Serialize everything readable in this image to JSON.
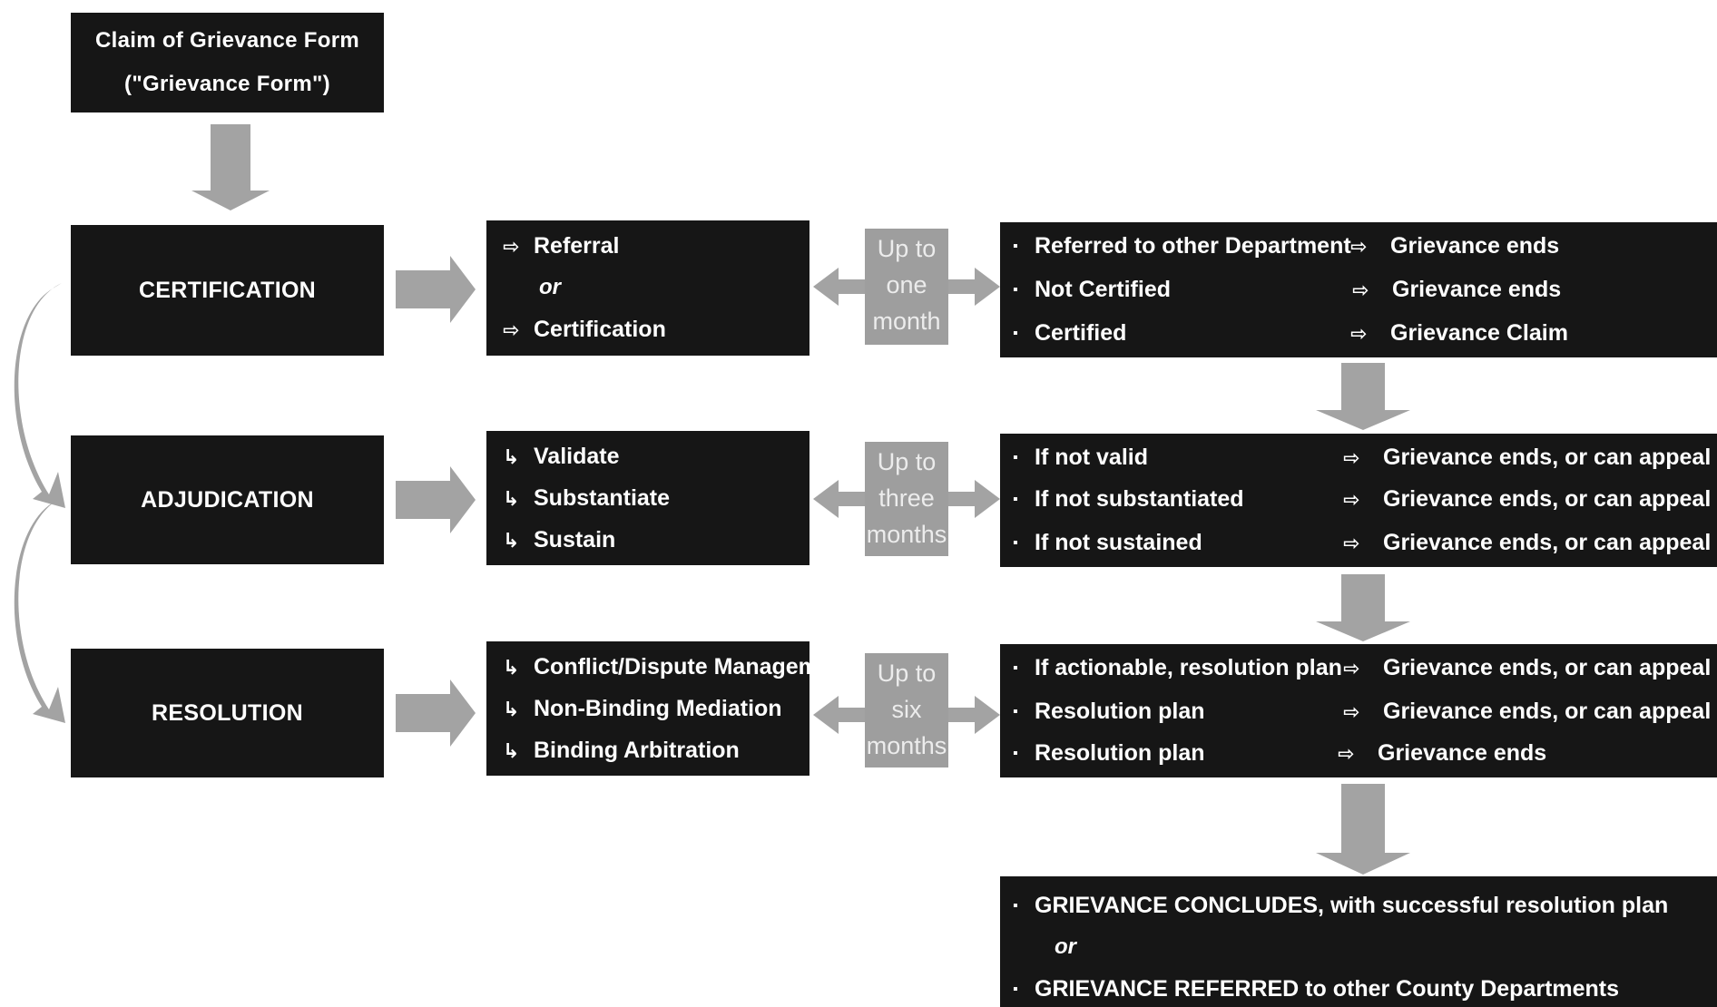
{
  "start": {
    "line1": "Claim of Grievance Form",
    "line2": "(\"Grievance Form\")"
  },
  "stages": [
    {
      "name": "CERTIFICATION"
    },
    {
      "name": "ADJUDICATION"
    },
    {
      "name": "RESOLUTION"
    }
  ],
  "steps": [
    {
      "items": [
        "Referral",
        "or",
        "Certification"
      ]
    },
    {
      "items": [
        "Validate",
        "Substantiate",
        "Sustain"
      ]
    },
    {
      "items": [
        "Conflict/Dispute Management",
        "Non-Binding Mediation",
        "Binding Arbitration"
      ]
    }
  ],
  "durations": [
    {
      "line1": "Up to",
      "line2": "one",
      "line3": "month"
    },
    {
      "line1": "Up to",
      "line2": "three",
      "line3": "months"
    },
    {
      "line1": "Up to",
      "line2": "six",
      "line3": "months"
    }
  ],
  "outcomes": [
    {
      "rows": [
        {
          "condition": "Referred to other Department",
          "result": "Grievance ends"
        },
        {
          "condition": "Not Certified",
          "result": "Grievance ends"
        },
        {
          "condition": "Certified",
          "result": "Grievance Claim"
        }
      ]
    },
    {
      "rows": [
        {
          "condition": "If not valid",
          "result": "Grievance ends, or can appeal"
        },
        {
          "condition": "If not substantiated",
          "result": "Grievance ends, or can appeal"
        },
        {
          "condition": "If not sustained",
          "result": "Grievance ends, or can appeal"
        }
      ]
    },
    {
      "rows": [
        {
          "condition": "If actionable, resolution plan",
          "result": "Grievance ends, or can appeal"
        },
        {
          "condition": "Resolution plan",
          "result": "Grievance ends, or can appeal"
        },
        {
          "condition": "Resolution plan",
          "result": "Grievance ends"
        }
      ]
    }
  ],
  "final": {
    "line1": "GRIEVANCE CONCLUDES, with successful resolution plan",
    "or": "or",
    "line2": "GRIEVANCE REFERRED to other County Departments"
  },
  "colors": {
    "box": "#161616",
    "arrow": "#a3a3a3",
    "duration_bg": "#9e9e9e"
  },
  "glyphs": {
    "bullet": "▪",
    "arrow": "⇨",
    "hook": "↳"
  }
}
